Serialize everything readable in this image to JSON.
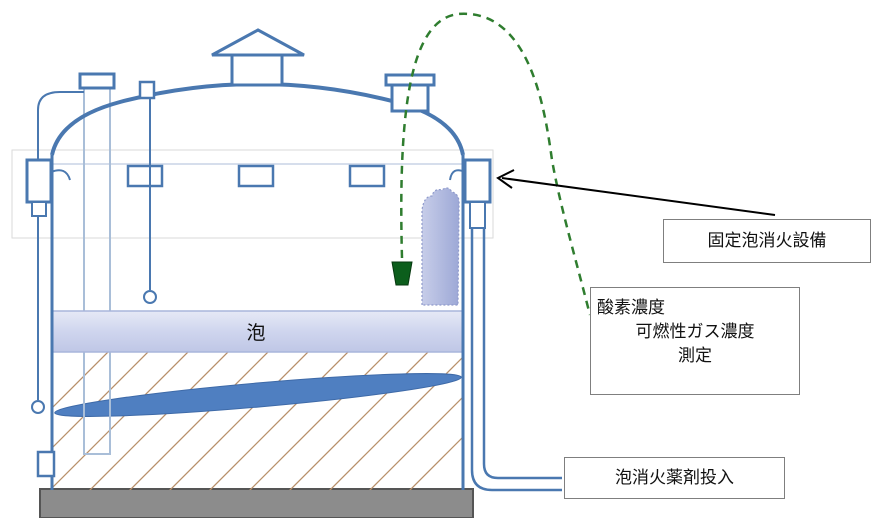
{
  "labels": {
    "fixed_foam_system": "固定泡消火設備",
    "gas_measurement": {
      "line1": "酸素濃度",
      "line2": "可燃性ガス濃度",
      "line3": "測定"
    },
    "foam_agent_input": "泡消火薬剤投入",
    "foam": "泡"
  },
  "colors": {
    "tank_outline": "#4a78b0",
    "foam_fill": "#d8ddf0",
    "foam_edge": "#a9b6db",
    "liquid_blob": "#4f7fc1",
    "hatch": "#b8906a",
    "sensor_line": "#2f7d2f",
    "sensor_probe": "#0c5e1c",
    "base": "#8c8c8c"
  }
}
